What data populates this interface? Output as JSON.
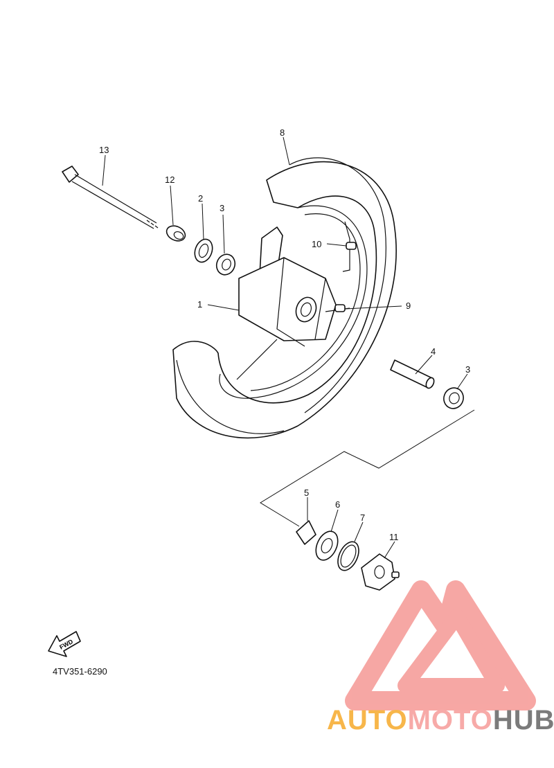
{
  "diagram": {
    "callouts": {
      "p1": "1",
      "p2": "2",
      "p3a": "3",
      "p3b": "3",
      "p4": "4",
      "p5": "5",
      "p6": "6",
      "p7": "7",
      "p8": "8",
      "p9": "9",
      "p10": "10",
      "p11": "11",
      "p12": "12",
      "p13": "13"
    },
    "fwd_label": "FWD",
    "drawing_code": "4TV351-6290"
  },
  "watermark": {
    "part1": "AUTO",
    "part2": "MOTO",
    "part3": "HUB",
    "colors": {
      "auto": "#f7b64a",
      "moto": "#f7aaa8",
      "hub": "#7b7b7b",
      "logo": "#f48a86"
    }
  }
}
